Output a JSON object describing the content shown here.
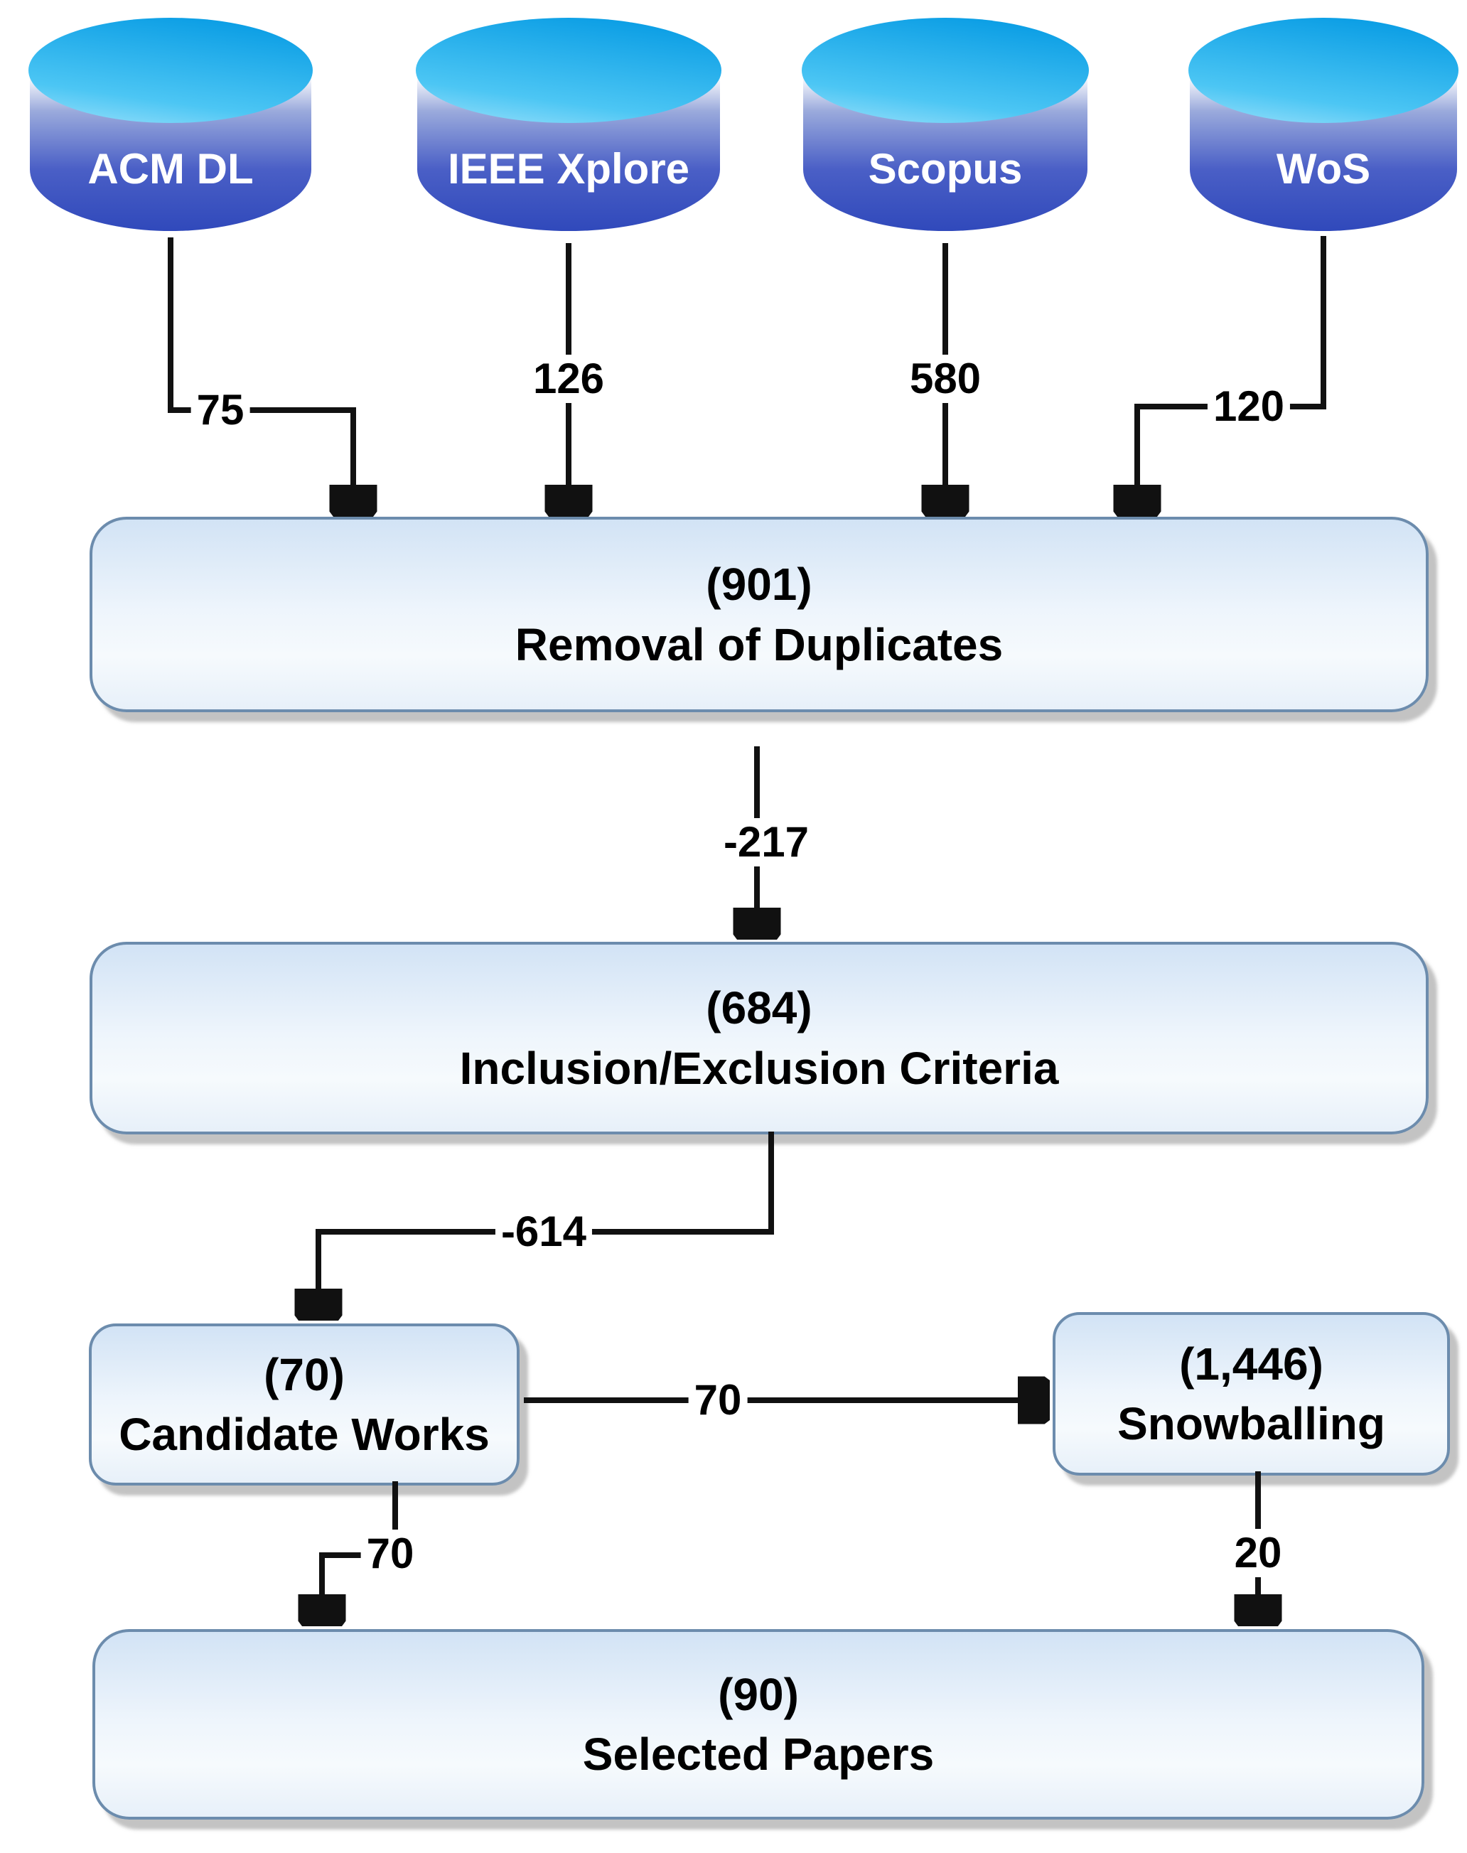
{
  "sources": [
    {
      "label": "ACM DL"
    },
    {
      "label": "IEEE Xplore"
    },
    {
      "label": "Scopus"
    },
    {
      "label": "WoS"
    }
  ],
  "nodes": {
    "duplicates": {
      "count": "(901)",
      "label": "Removal of Duplicates"
    },
    "criteria": {
      "count": "(684)",
      "label": "Inclusion/Exclusion Criteria"
    },
    "candidate": {
      "count": "(70)",
      "label": "Candidate Works"
    },
    "snowballing": {
      "count": "(1,446)",
      "label": "Snowballing"
    },
    "selected": {
      "count": "(90)",
      "label": "Selected Papers"
    }
  },
  "edges": {
    "acm_to_duplicates": {
      "label": "75"
    },
    "ieee_to_duplicates": {
      "label": "126"
    },
    "scopus_to_duplicates": {
      "label": "580"
    },
    "wos_to_duplicates": {
      "label": "120"
    },
    "duplicates_to_criteria": {
      "label": "-217"
    },
    "criteria_to_candidate": {
      "label": "-614"
    },
    "candidate_to_snowballing": {
      "label": "70"
    },
    "candidate_to_selected": {
      "label": "70"
    },
    "snowballing_to_selected": {
      "label": "20"
    }
  },
  "colors": {
    "arrow": "#111111",
    "box-border": "#6c8cad",
    "box-fill-top": "#d2e3f5",
    "box-fill-mid": "#eef5fc",
    "box-fill-bot": "#e7f0f9",
    "cyl-top-dark": "#0d9fe5",
    "cyl-top-light": "#4cc6f4",
    "cyl-body-light": "#9aaadc",
    "cyl-body-mid": "#4a5fc6",
    "cyl-body-dark": "#3049bb",
    "label-ink": "#000000"
  }
}
